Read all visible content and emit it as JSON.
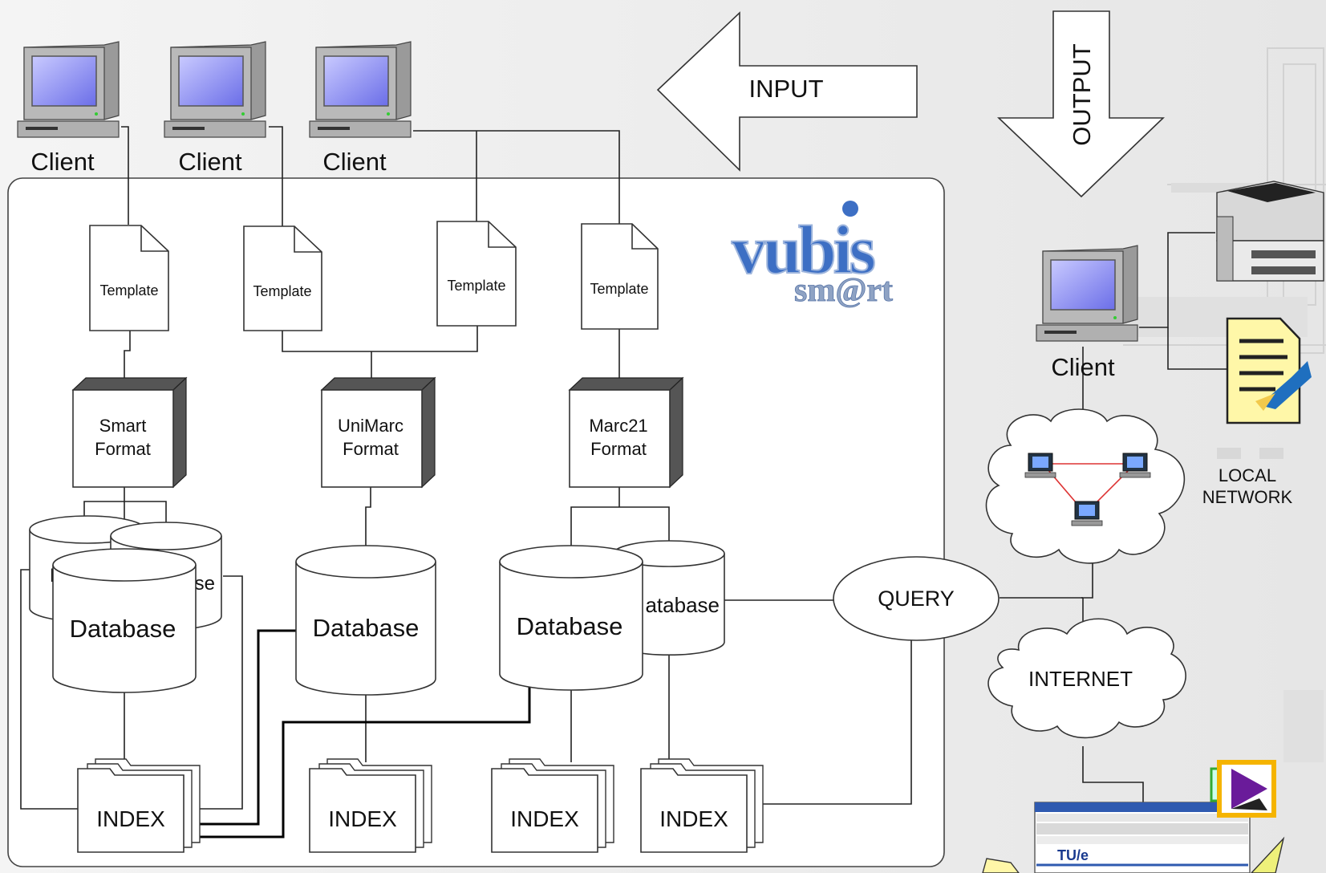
{
  "arrows": {
    "input": "INPUT",
    "output": "OUTPUT"
  },
  "clients": {
    "c1": "Client",
    "c2": "Client",
    "c3": "Client",
    "right": "Client"
  },
  "templates": [
    "Template",
    "Template",
    "Template",
    "Template"
  ],
  "formats": {
    "smart": [
      "Smart",
      "Format"
    ],
    "unimarc": [
      "UniMarc",
      "Format"
    ],
    "marc21": [
      "Marc21",
      "Format"
    ]
  },
  "databases": {
    "db_a_back": "D",
    "db_b_back": "se",
    "db_main1": "Database",
    "db_main2": "Database",
    "db_main3": "Database",
    "db_back4": "atabase"
  },
  "index_label": "INDEX",
  "query": "QUERY",
  "logo": {
    "line1": "vubis",
    "line2": "sm@rt"
  },
  "network": {
    "local_line1": "LOCAL",
    "local_line2": "NETWORK",
    "internet": "INTERNET"
  },
  "browser": {
    "logo": "TU/e"
  },
  "colors": {
    "screen": "#8d8ff0",
    "logo_blue": "#3d6fc4",
    "logo_grey": "#8fa3c4",
    "arrow_fill": "#ffffff",
    "background": "#f2f2f2"
  }
}
